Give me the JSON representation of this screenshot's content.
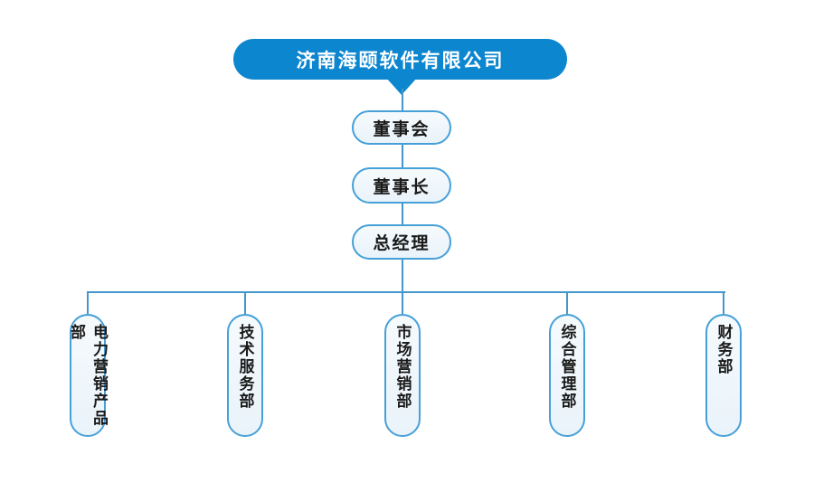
{
  "org_chart": {
    "root": {
      "label": "济南海颐软件有限公司",
      "fill_color": "#0d86d0",
      "text_color": "#ffffff"
    },
    "chain": [
      {
        "label": "董事会"
      },
      {
        "label": "董事长"
      },
      {
        "label": "总经理"
      }
    ],
    "departments": [
      {
        "label": "电力营销产品部"
      },
      {
        "label": "技术服务部"
      },
      {
        "label": "市场营销部"
      },
      {
        "label": "综合管理部"
      },
      {
        "label": "财务部"
      }
    ],
    "style": {
      "node_border_color": "#46a0d8",
      "node_fill_color": "#edf5fb",
      "connector_color": "#4596cc",
      "label_color": "#1a1a1a",
      "background_color": "#ffffff"
    }
  }
}
